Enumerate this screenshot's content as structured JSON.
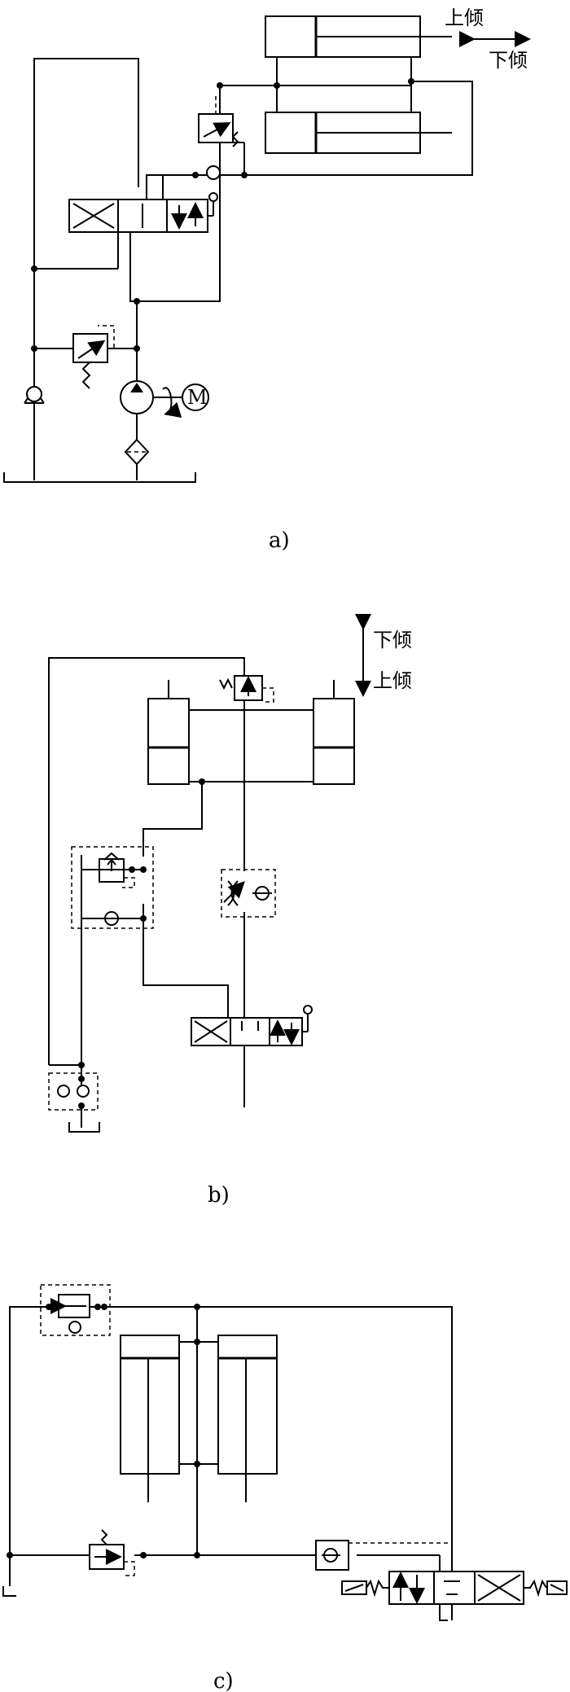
{
  "diagrams": [
    {
      "caption": "a)",
      "arrow_labels": [
        "上倾",
        "下倾"
      ]
    },
    {
      "caption": "b)",
      "arrow_labels": [
        "下倾",
        "上倾"
      ]
    },
    {
      "caption": "c)"
    }
  ],
  "motor_label": "M"
}
